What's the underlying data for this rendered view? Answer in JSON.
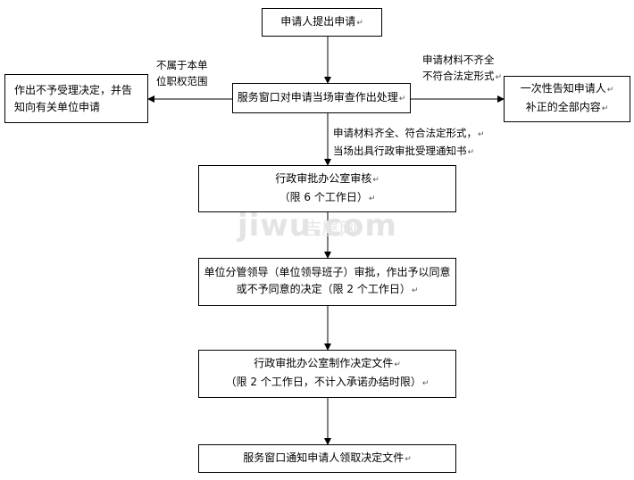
{
  "return_mark": "↵",
  "watermark": {
    "domain": "jiwu.com",
    "brand": "吉屋网"
  },
  "boxes": {
    "apply": [
      "申请人提出申请"
    ],
    "window_review": [
      "服务窗口对申请当场审查作出处理"
    ],
    "reject": [
      "作出不予受理决定，并告",
      "知向有关单位申请"
    ],
    "notify_once": [
      "一次性告知申请人",
      "补正的全部内容"
    ],
    "office_review": [
      "行政审批办公室审核",
      "（限 6 个工作日）"
    ],
    "leader_approval": [
      "单位分管领导（单位领导班子）审批，作出予以同意",
      "或不予同意的决定（限 2 个工作日）"
    ],
    "make_decision": [
      "行政审批办公室制作决定文件",
      "（限 2 个工作日，不计入承诺办结时限）"
    ],
    "notify_collect": [
      "服务窗口通知申请人领取决定文件"
    ]
  },
  "labels": {
    "out_of_scope": [
      "不属于本单",
      "位职权范围"
    ],
    "incomplete": [
      "申请材料不齐全",
      "不符合法定形式"
    ],
    "complete": [
      "申请材料齐全、符合法定形式，",
      "当场出具行政审批受理通知书"
    ]
  }
}
